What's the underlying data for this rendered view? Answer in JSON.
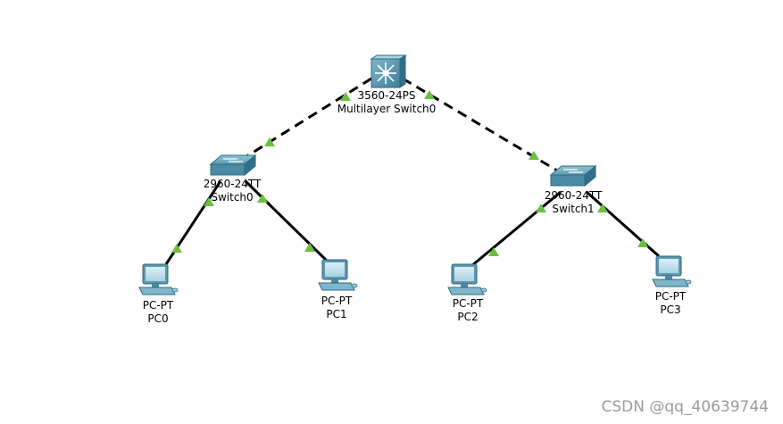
{
  "devices": {
    "multilayer_switch": {
      "model": "3560-24PS",
      "name": "Multilayer Switch0",
      "icon": "multilayer-switch-icon"
    },
    "switch0": {
      "model": "2960-24TT",
      "name": "Switch0",
      "icon": "switch-icon"
    },
    "switch1": {
      "model": "2960-24TT",
      "name": "Switch1",
      "icon": "switch-icon"
    },
    "pc0": {
      "model": "PC-PT",
      "name": "PC0",
      "icon": "pc-icon"
    },
    "pc1": {
      "model": "PC-PT",
      "name": "PC1",
      "icon": "pc-icon"
    },
    "pc2": {
      "model": "PC-PT",
      "name": "PC2",
      "icon": "pc-icon"
    },
    "pc3": {
      "model": "PC-PT",
      "name": "PC3",
      "icon": "pc-icon"
    }
  },
  "links": [
    {
      "from": "multilayer_switch",
      "to": "switch0",
      "style": "dashed",
      "status": "up"
    },
    {
      "from": "multilayer_switch",
      "to": "switch1",
      "style": "dashed",
      "status": "up"
    },
    {
      "from": "switch0",
      "to": "pc0",
      "style": "solid",
      "status": "up"
    },
    {
      "from": "switch0",
      "to": "pc1",
      "style": "solid",
      "status": "up"
    },
    {
      "from": "switch1",
      "to": "pc2",
      "style": "solid",
      "status": "up"
    },
    {
      "from": "switch1",
      "to": "pc3",
      "style": "solid",
      "status": "up"
    }
  ],
  "colors": {
    "link": "#000000",
    "link_up_indicator": "#6abf3f",
    "device_body": "#5b97ad"
  },
  "watermark": "CSDN @qq_40639744"
}
